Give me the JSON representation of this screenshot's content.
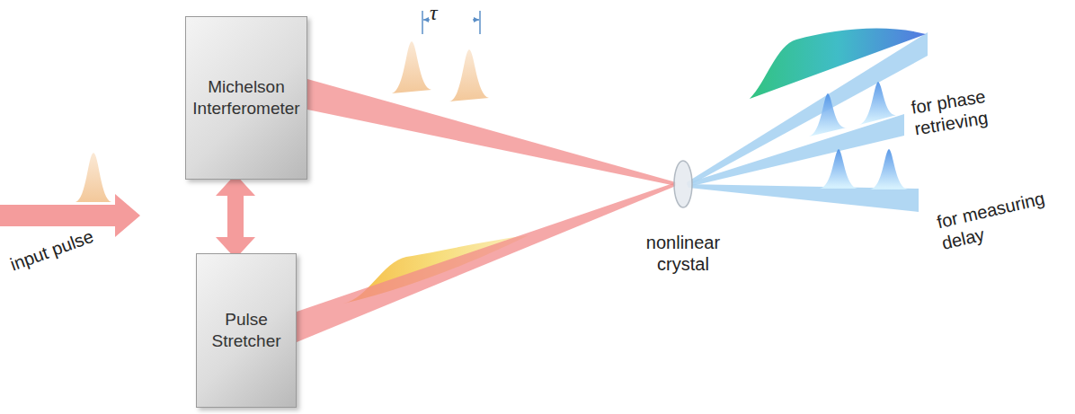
{
  "diagram": {
    "nodes": [
      {
        "text": [
          "Michelson Interferometer"
        ]
      },
      {
        "text": [
          "Pulse Stretcher"
        ]
      },
      {
        "text": [
          "nonlinear crystal"
        ]
      }
    ],
    "edges": [
      {
        "from": 0,
        "to": 1,
        "arrow": "both"
      },
      {
        "from": 0,
        "to": 2,
        "arrow": "none"
      },
      {
        "from": 1,
        "to": 2,
        "arrow": "none"
      }
    ],
    "labels": [
      "τ",
      "input pulse",
      "for phase retrieving",
      "for measuring delay"
    ]
  }
}
